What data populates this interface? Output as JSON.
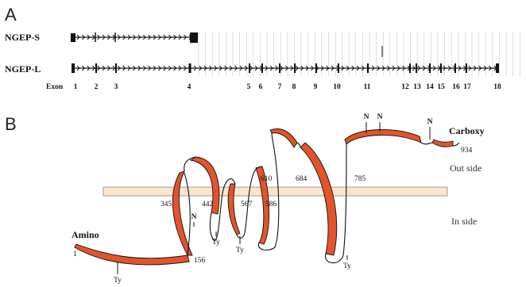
{
  "panels": {
    "a": "A",
    "b": "B"
  },
  "panel_a": {
    "tracks": [
      {
        "label": "NGEP-S"
      },
      {
        "label": "NGEP-L"
      }
    ],
    "exon_axis_label": "Exon",
    "exons": [
      "1",
      "2",
      "3",
      "4",
      "5",
      "6",
      "7",
      "8",
      "9",
      "10",
      "11",
      "12",
      "13",
      "14",
      "15",
      "16",
      "17",
      "18"
    ]
  },
  "panel_b": {
    "amino_label": "Amino",
    "carboxy_label": "Carboxy",
    "out_side_label": "Out side",
    "in_side_label": "In side",
    "positions": [
      "1",
      "156",
      "345",
      "442",
      "567",
      "586",
      "610",
      "684",
      "785",
      "934"
    ],
    "glyco_label": "N",
    "ty_label": "Ty",
    "membrane_color": "#fbe5cc",
    "ribbon_color": "#e2542b"
  }
}
